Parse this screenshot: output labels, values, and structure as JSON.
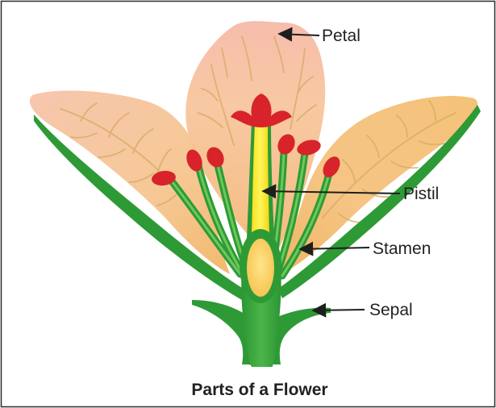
{
  "diagram": {
    "title": "Parts of a Flower",
    "labels": {
      "petal": "Petal",
      "pistil": "Pistil",
      "stamen": "Stamen",
      "sepal": "Sepal"
    }
  },
  "colors": {
    "frame": "#2b2b2b",
    "petal_light": "#f7c9a3",
    "petal_tip": "#f6b8a6",
    "petal_vein": "#d8ae6b",
    "green": "#2e9a36",
    "green_light": "#5bbf4a",
    "pistil_yellow": "#ffec1f",
    "anther_red": "#d8232a",
    "text": "#231f20"
  }
}
